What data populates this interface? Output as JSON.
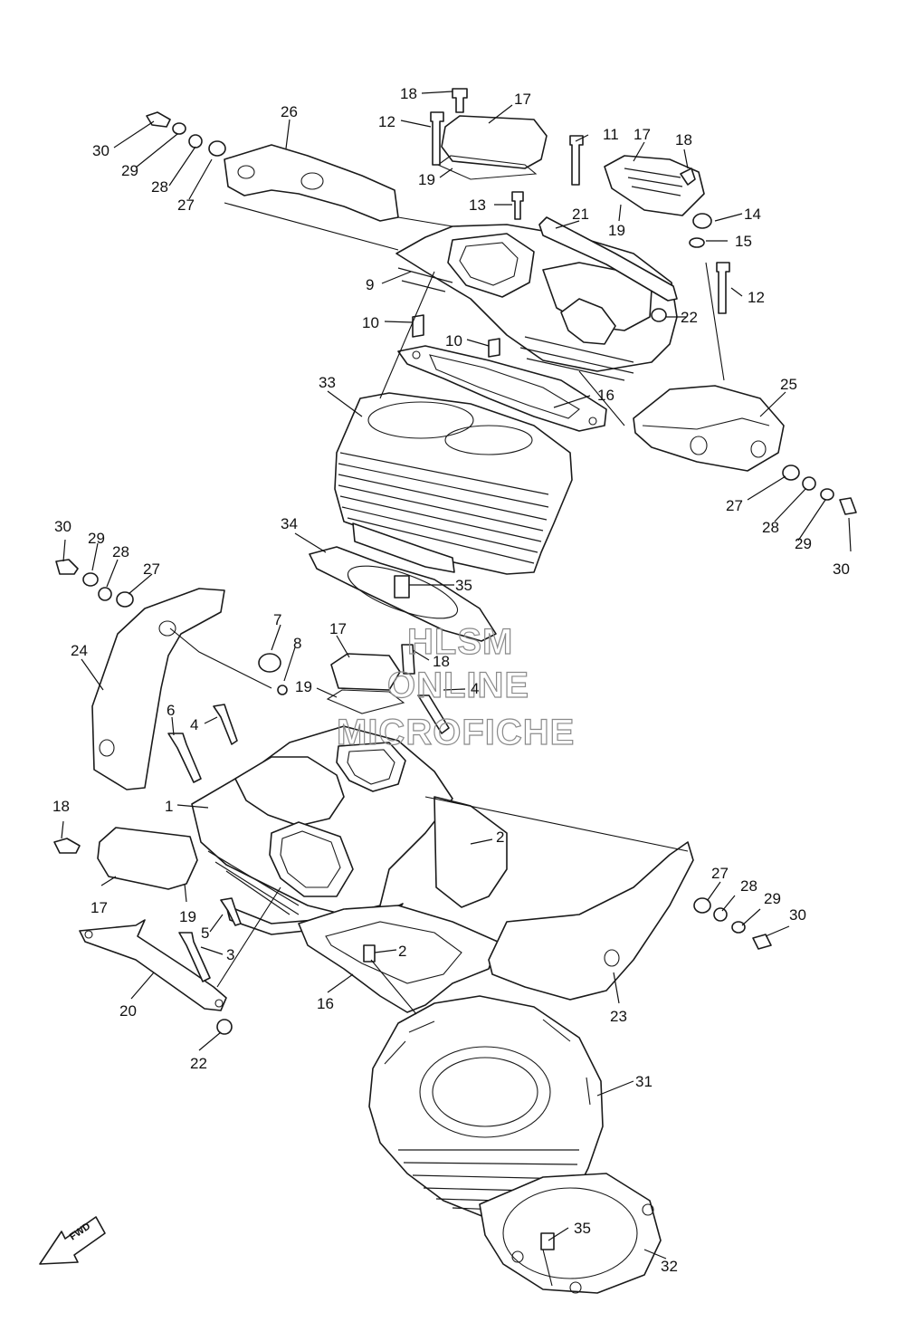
{
  "watermark": {
    "line1": "HLSM",
    "line2": "ONLINE",
    "line3": "MICROFICHE"
  },
  "direction_arrow": {
    "label": "FWD",
    "icon": "fwd-arrow-icon"
  },
  "callouts": [
    {
      "n": "18"
    },
    {
      "n": "17"
    },
    {
      "n": "12"
    },
    {
      "n": "26"
    },
    {
      "n": "30"
    },
    {
      "n": "29"
    },
    {
      "n": "28"
    },
    {
      "n": "27"
    },
    {
      "n": "19"
    },
    {
      "n": "11"
    },
    {
      "n": "17"
    },
    {
      "n": "18"
    },
    {
      "n": "13"
    },
    {
      "n": "21"
    },
    {
      "n": "19"
    },
    {
      "n": "14"
    },
    {
      "n": "15"
    },
    {
      "n": "9"
    },
    {
      "n": "12"
    },
    {
      "n": "22"
    },
    {
      "n": "10"
    },
    {
      "n": "10"
    },
    {
      "n": "33"
    },
    {
      "n": "16"
    },
    {
      "n": "25"
    },
    {
      "n": "27"
    },
    {
      "n": "28"
    },
    {
      "n": "29"
    },
    {
      "n": "30"
    },
    {
      "n": "30"
    },
    {
      "n": "29"
    },
    {
      "n": "28"
    },
    {
      "n": "27"
    },
    {
      "n": "34"
    },
    {
      "n": "35"
    },
    {
      "n": "24"
    },
    {
      "n": "7"
    },
    {
      "n": "8"
    },
    {
      "n": "17"
    },
    {
      "n": "18"
    },
    {
      "n": "19"
    },
    {
      "n": "4"
    },
    {
      "n": "6"
    },
    {
      "n": "4"
    },
    {
      "n": "1"
    },
    {
      "n": "18"
    },
    {
      "n": "2"
    },
    {
      "n": "17"
    },
    {
      "n": "19"
    },
    {
      "n": "5"
    },
    {
      "n": "3"
    },
    {
      "n": "2"
    },
    {
      "n": "27"
    },
    {
      "n": "28"
    },
    {
      "n": "29"
    },
    {
      "n": "30"
    },
    {
      "n": "20"
    },
    {
      "n": "16"
    },
    {
      "n": "23"
    },
    {
      "n": "22"
    },
    {
      "n": "31"
    },
    {
      "n": "35"
    },
    {
      "n": "32"
    }
  ]
}
